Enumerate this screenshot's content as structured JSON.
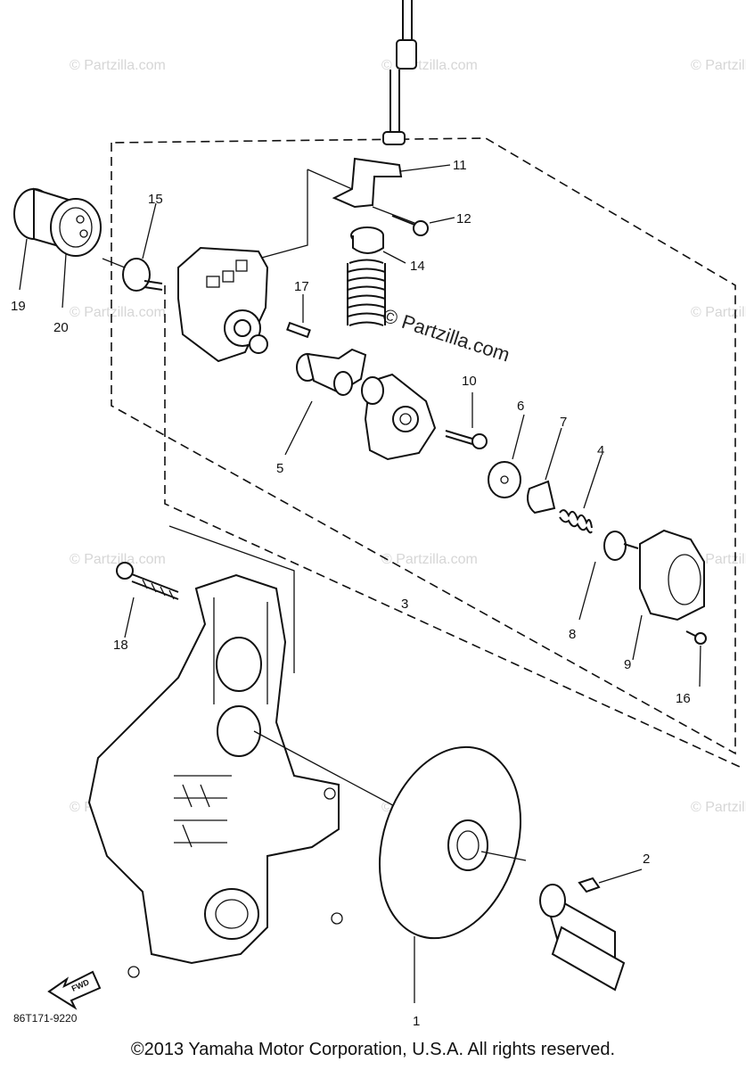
{
  "parts": [
    {
      "label": "1"
    },
    {
      "label": "2"
    },
    {
      "label": "3"
    },
    {
      "label": "4"
    },
    {
      "label": "5"
    },
    {
      "label": "6"
    },
    {
      "label": "7"
    },
    {
      "label": "8"
    },
    {
      "label": "9"
    },
    {
      "label": "10"
    },
    {
      "label": "11"
    },
    {
      "label": "12"
    },
    {
      "label": "14"
    },
    {
      "label": "15"
    },
    {
      "label": "16"
    },
    {
      "label": "17"
    },
    {
      "label": "18"
    },
    {
      "label": "19"
    },
    {
      "label": "20"
    }
  ],
  "watermark": "© Partzilla.com",
  "diagram_code": "86T171-9220",
  "fwd_label": "FWD",
  "copyright": "©2013 Yamaha Motor Corporation, U.S.A. All rights reserved."
}
